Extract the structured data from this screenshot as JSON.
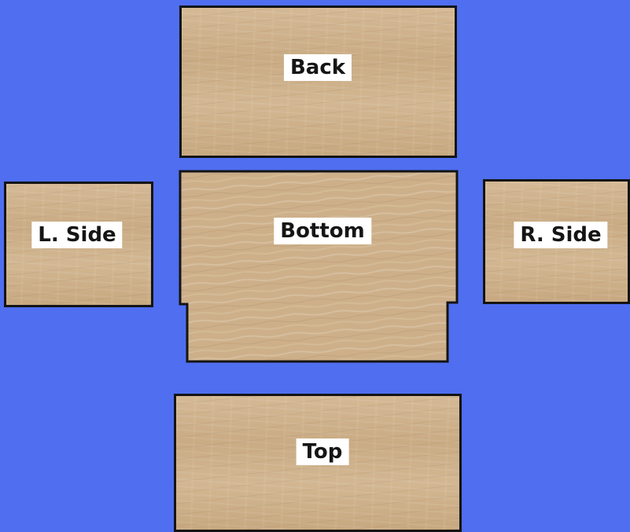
{
  "background_color": "#4f6ef0",
  "wood_color": "#cdb08a",
  "outline_color": "#141414",
  "panels": {
    "back": {
      "label": "Back"
    },
    "left_side": {
      "label": "L. Side"
    },
    "bottom": {
      "label": "Bottom"
    },
    "right_side": {
      "label": "R. Side"
    },
    "top": {
      "label": "Top"
    }
  }
}
